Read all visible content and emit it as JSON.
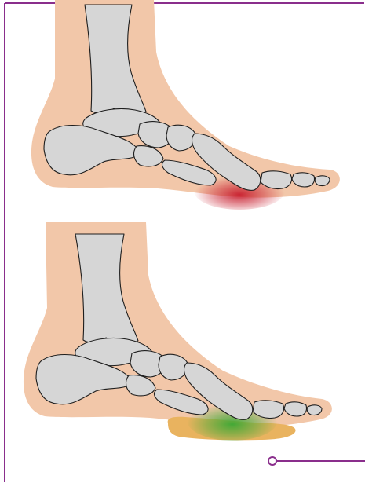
{
  "colors": {
    "frame": "#8a2e8c",
    "skin": "#f2c7a9",
    "bone": "#d6d6d6",
    "outline": "#1e1e1e",
    "pain_zone": "#c81e2e",
    "relief_zone": "#3aa834",
    "insole": "#e9b35f",
    "background": "#ffffff"
  },
  "figures": [
    {
      "id": "foot-without-insole",
      "highlight": "pain_zone",
      "insole": false
    },
    {
      "id": "foot-with-insole",
      "highlight": "relief_zone",
      "insole": true
    }
  ]
}
